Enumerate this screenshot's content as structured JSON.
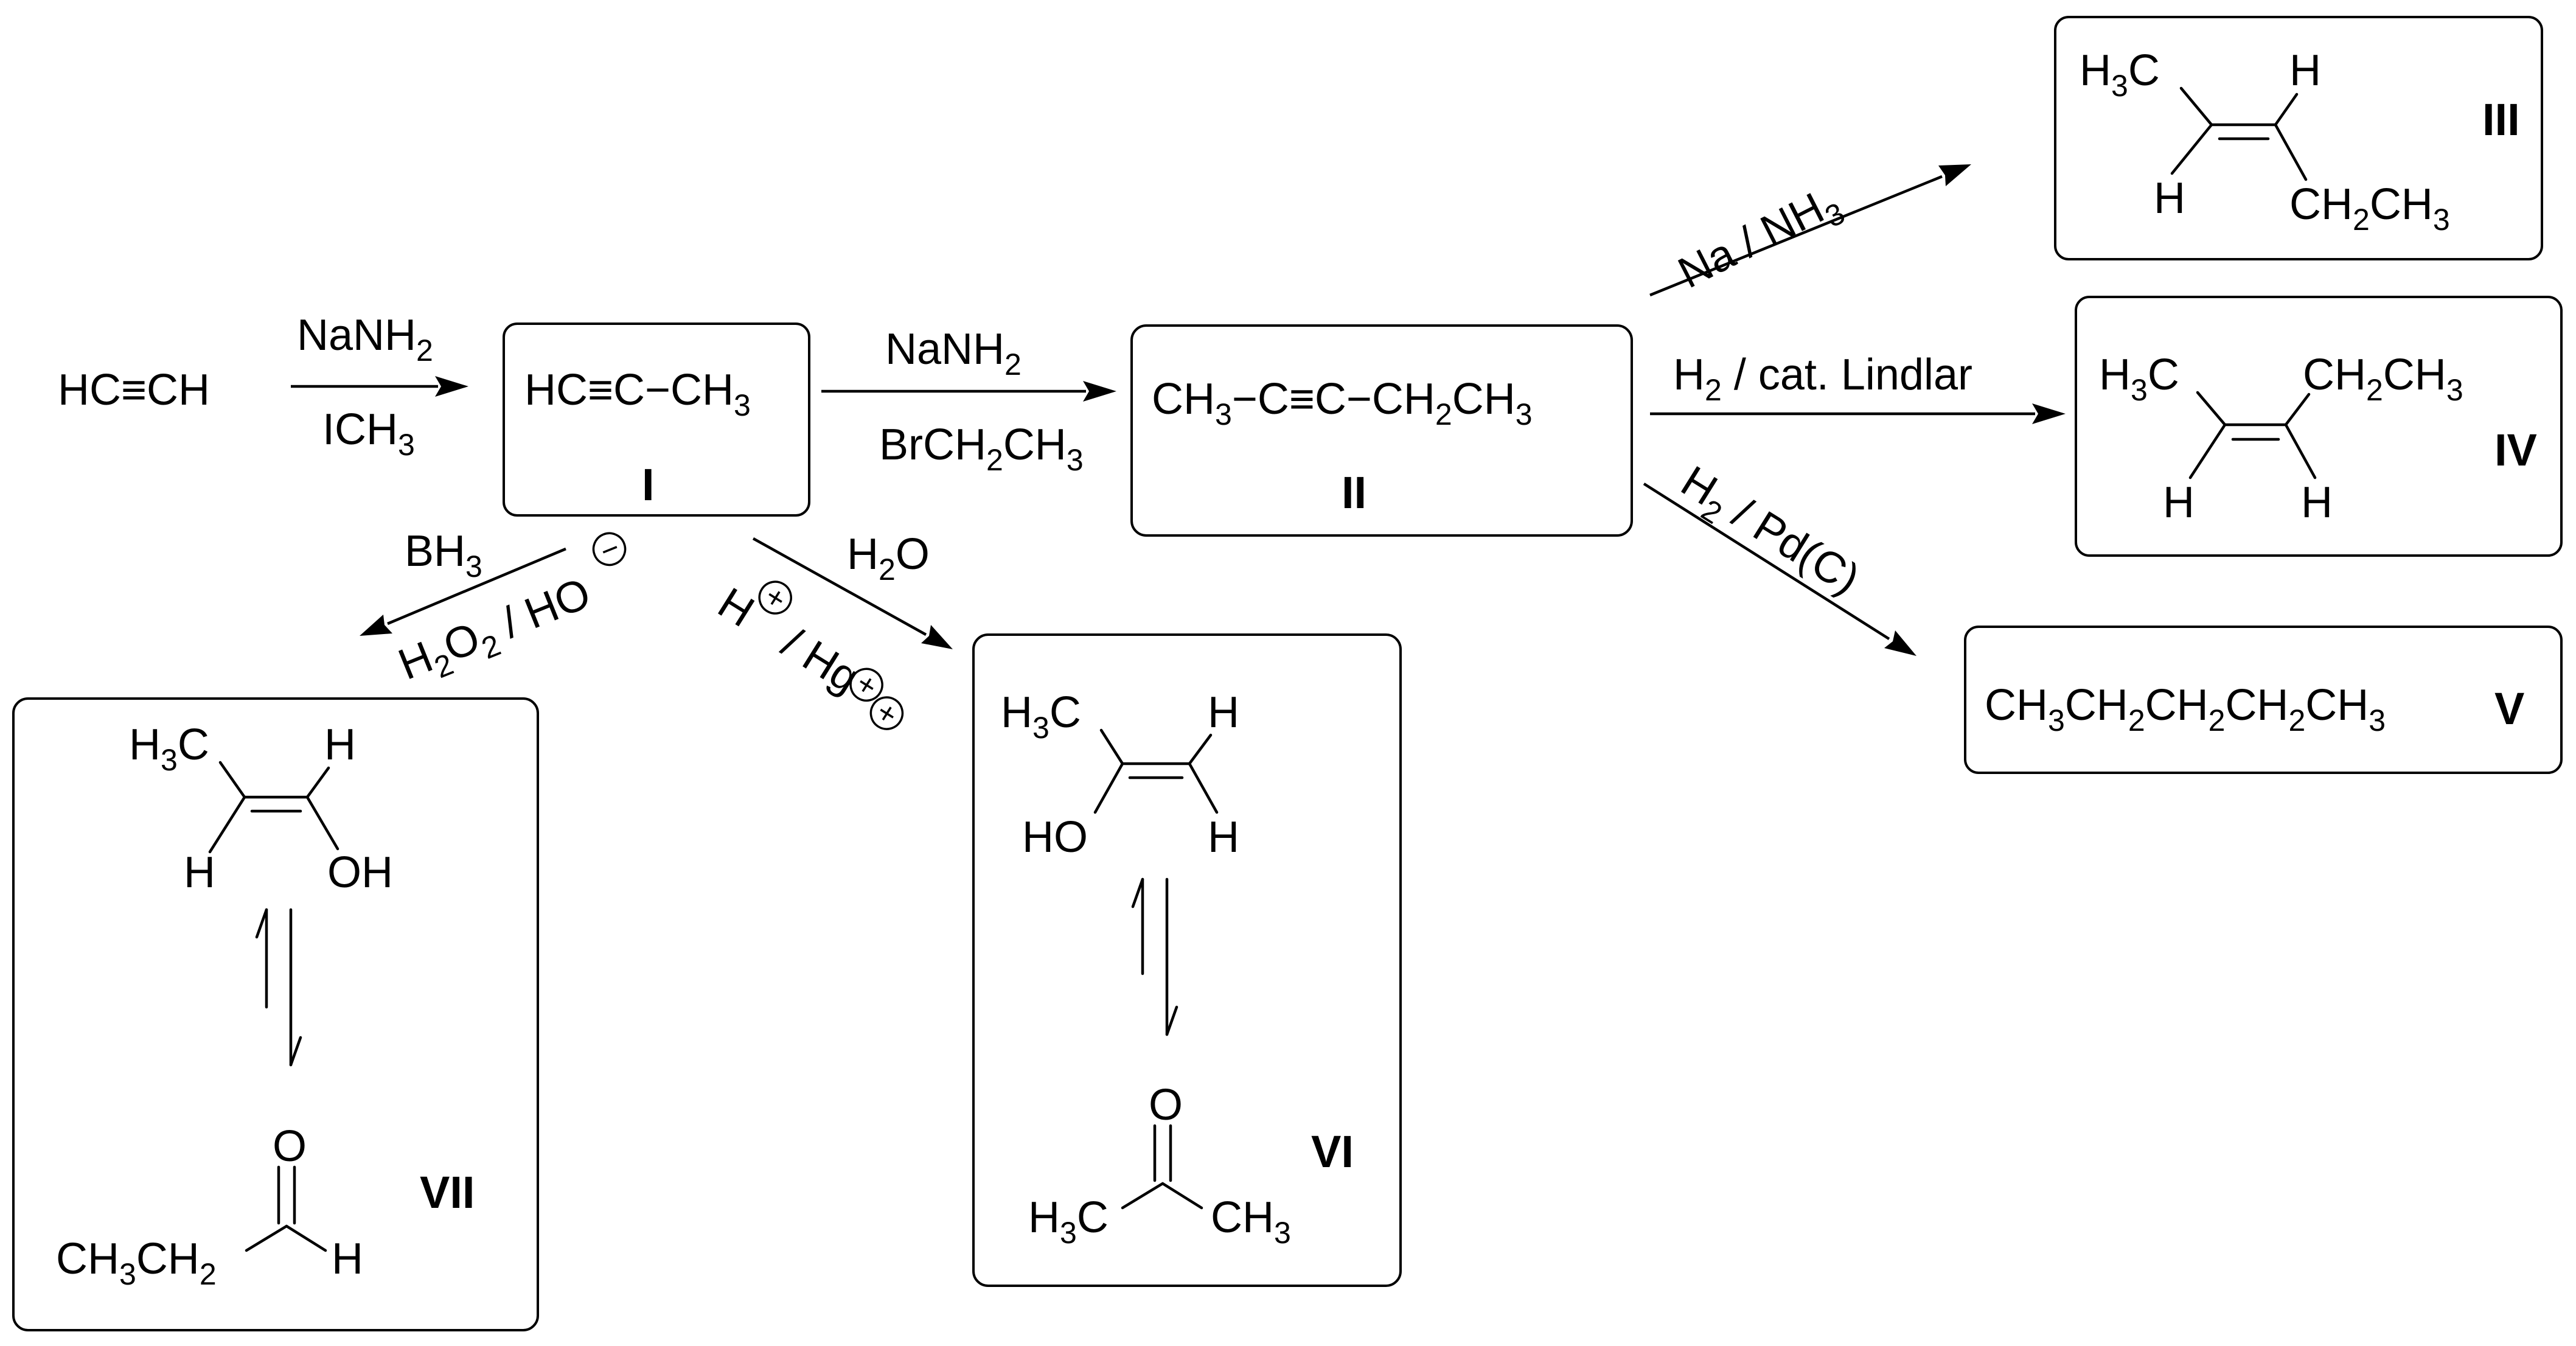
{
  "reagents": {
    "r_I_top": "NaNH",
    "r_I_top_sub": "2",
    "r_I_bot_a": "ICH",
    "r_I_bot_sub": "3",
    "r_II_top": "NaNH",
    "r_II_top_sub": "2",
    "r_II_bot_a": "BrCH",
    "r_II_bot_s1": "2",
    "r_II_bot_b": "CH",
    "r_II_bot_s2": "3",
    "r_III_a": "Na / NH",
    "r_III_s": "3",
    "r_IV_a": "H",
    "r_IV_s": "2",
    "r_IV_b": " / cat. Lindlar",
    "r_V_a": "H",
    "r_V_s": "2",
    "r_V_b": " / Pd(C)",
    "r_VI_top_a": "H",
    "r_VI_top_s": "2",
    "r_VI_top_b": "O",
    "r_VI_bot_a": "H",
    "r_VI_bot_b": " / Hg",
    "r_VII_top_a": "BH",
    "r_VII_top_s": "3",
    "r_VII_bot_a": "H",
    "r_VII_bot_s1": "2",
    "r_VII_bot_b": "O",
    "r_VII_bot_s2": "2",
    "r_VII_bot_c": " / HO"
  },
  "charges": {
    "plus": "+",
    "minus": "−"
  },
  "compounds": {
    "start": "HC≡CH",
    "I": {
      "a": "HC≡C−CH",
      "s": "3",
      "label": "I"
    },
    "II": {
      "a": "CH",
      "s1": "3",
      "b": "−C≡C−CH",
      "s2": "2",
      "c": "CH",
      "s3": "3",
      "label": "II"
    },
    "III": {
      "h3c_a": "H",
      "h3c_s": "3",
      "h3c_b": "C",
      "h_top": "H",
      "h_bot": "H",
      "et_a": "CH",
      "et_s1": "2",
      "et_b": "CH",
      "et_s2": "3",
      "label": "III"
    },
    "IV": {
      "h3c_a": "H",
      "h3c_s": "3",
      "h3c_b": "C",
      "et_a": "CH",
      "et_s1": "2",
      "et_b": "CH",
      "et_s2": "3",
      "h_left": "H",
      "h_right": "H",
      "label": "IV"
    },
    "V": {
      "a": "CH",
      "s1": "3",
      "b": "CH",
      "s2": "2",
      "c": "CH",
      "s3": "2",
      "d": "CH",
      "s4": "2",
      "e": "CH",
      "s5": "3",
      "label": "V"
    },
    "VI": {
      "enol_h3c_a": "H",
      "enol_h3c_s": "3",
      "enol_h3c_b": "C",
      "enol_h_top": "H",
      "enol_ho": "HO",
      "enol_h_bot": "H",
      "keto_o": "O",
      "keto_l_a": "H",
      "keto_l_s": "3",
      "keto_l_b": "C",
      "keto_r_a": "CH",
      "keto_r_s": "3",
      "label": "VI"
    },
    "VII": {
      "enol_h3c_a": "H",
      "enol_h3c_s": "3",
      "enol_h3c_b": "C",
      "enol_h_top": "H",
      "enol_h_bot": "H",
      "enol_oh": "OH",
      "ald_o": "O",
      "ald_a": "CH",
      "ald_s1": "3",
      "ald_b": "CH",
      "ald_s2": "2",
      "ald_h": "H",
      "label": "VII"
    }
  }
}
